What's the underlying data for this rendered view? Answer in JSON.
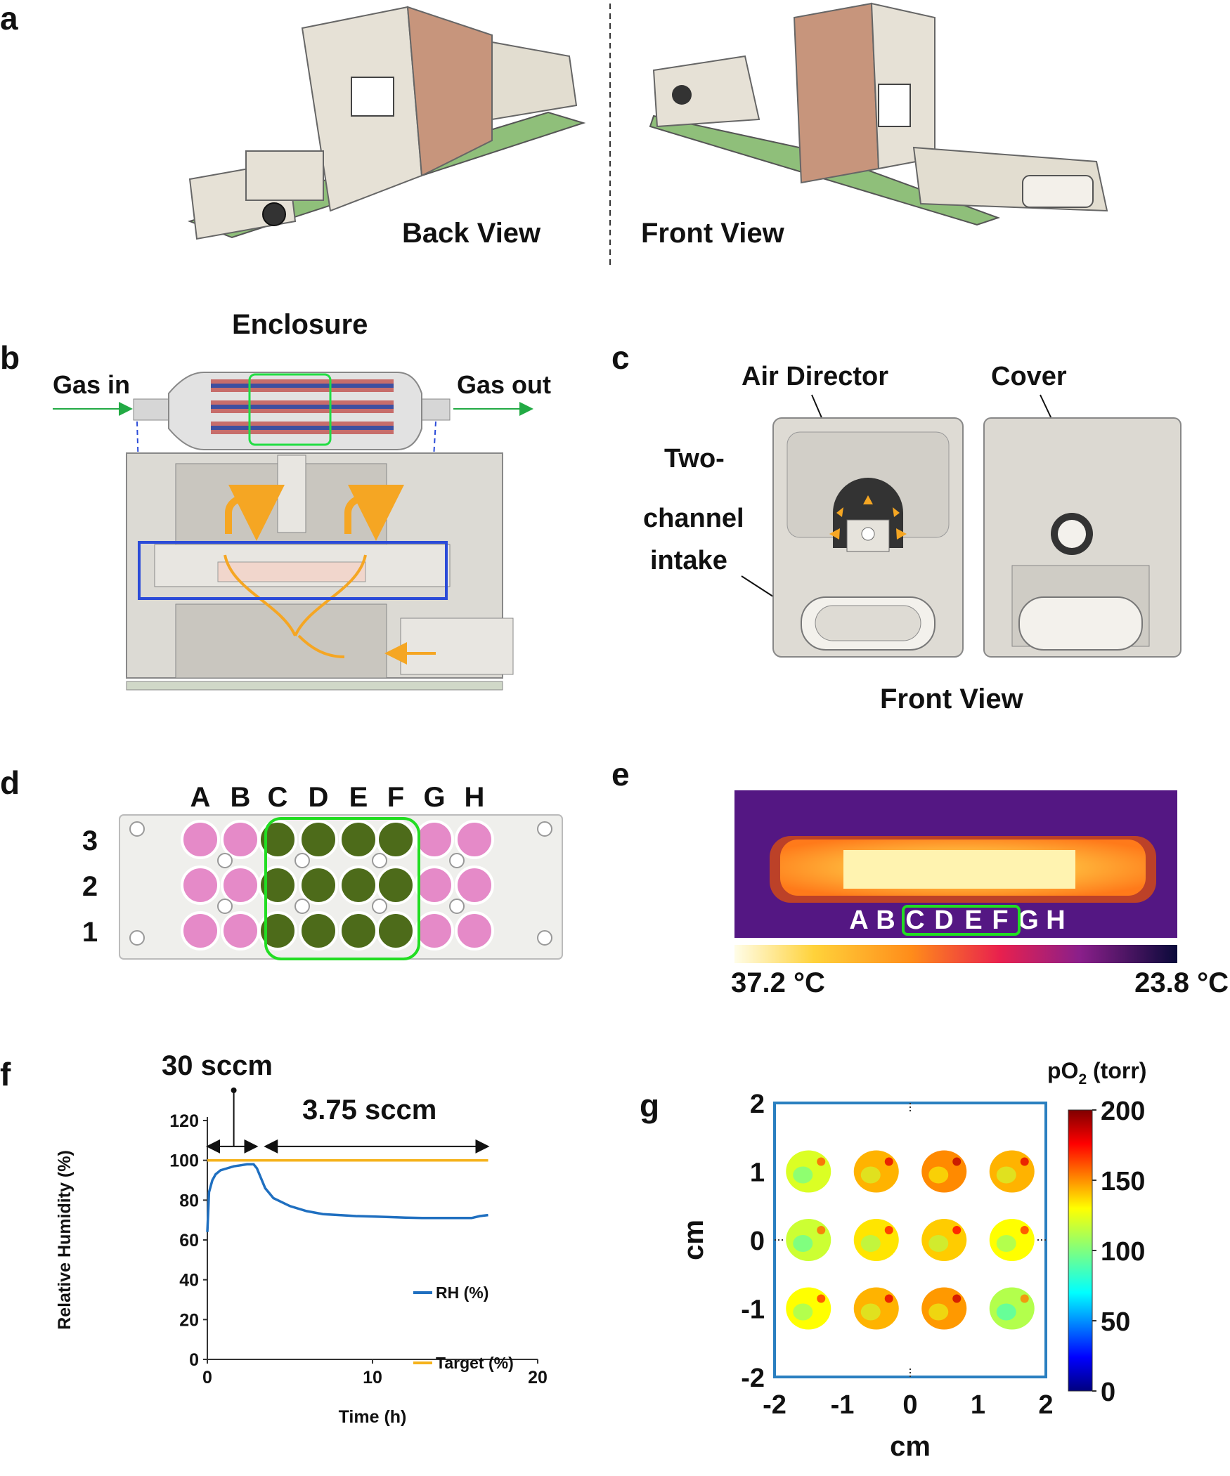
{
  "panels": {
    "a": {
      "letter": "a",
      "back_view": "Back View",
      "front_view": "Front View"
    },
    "b": {
      "letter": "b",
      "title": "Enclosure",
      "gas_in": "Gas in",
      "gas_out": "Gas out"
    },
    "c": {
      "letter": "c",
      "air_director": "Air Director",
      "cover": "Cover",
      "intake_line1": "Two-",
      "intake_line2": "channel",
      "intake_line3": "intake",
      "front_view": "Front View"
    },
    "d": {
      "letter": "d",
      "columns": [
        "A",
        "B",
        "C",
        "D",
        "E",
        "F",
        "G",
        "H"
      ],
      "rows": [
        "3",
        "2",
        "1"
      ],
      "well_colors": {
        "pink": "#e58ac8",
        "green": "#4d6b1a"
      }
    },
    "e": {
      "letter": "e",
      "labels": [
        "A",
        "B",
        "C",
        "D",
        "E",
        "F",
        "G",
        "H"
      ],
      "scale_max": "37.2 °C",
      "scale_min": "23.8 °C"
    },
    "f": {
      "letter": "f",
      "annot_high": "30 sccm",
      "annot_low": "3.75 sccm"
    },
    "g": {
      "letter": "g",
      "colorbar_title": "pO",
      "colorbar_sub": "2",
      "colorbar_unit": " (torr)",
      "colorbar_ticks": [
        "200",
        "150",
        "100",
        "50",
        "0"
      ]
    }
  },
  "chart_data": [
    {
      "type": "line",
      "ylabel": "Relative Humidity (%)",
      "xlabel": "Time (h)",
      "xlim": [
        0,
        20
      ],
      "ylim": [
        0,
        120
      ],
      "xticks": [
        "0",
        "10",
        "20"
      ],
      "yticks": [
        "0",
        "20",
        "40",
        "60",
        "80",
        "100",
        "120"
      ],
      "legend_placement": "right",
      "series": [
        {
          "name": "RH (%)",
          "color": "#1f6fc0",
          "x": [
            0,
            0.1,
            0.3,
            0.5,
            0.8,
            1.2,
            1.6,
            2.0,
            2.4,
            2.8,
            3.0,
            3.5,
            4.0,
            5.0,
            6.0,
            7.0,
            8.0,
            9.0,
            10.0,
            11.0,
            12.0,
            13.0,
            14.0,
            15.0,
            16.0,
            16.5,
            17.0
          ],
          "y": [
            64,
            84,
            90,
            93,
            95,
            96,
            97,
            97.5,
            98,
            98,
            96,
            86,
            81,
            77,
            74.5,
            73,
            72.5,
            72,
            71.8,
            71.5,
            71.2,
            71,
            71,
            71,
            71,
            72,
            72.5
          ]
        },
        {
          "name": "Target (%)",
          "color": "#f5b21b",
          "x": [
            0,
            17
          ],
          "y": [
            100,
            100
          ]
        }
      ],
      "annotations": [
        {
          "text": "30 sccm",
          "x_range": [
            0,
            3
          ]
        },
        {
          "text": "3.75 sccm",
          "x_range": [
            3.5,
            17
          ]
        }
      ]
    },
    {
      "type": "heatmap",
      "xlabel": "cm",
      "ylabel": "cm",
      "xlim": [
        -2,
        2
      ],
      "ylim": [
        -2,
        2
      ],
      "xticks": [
        "-2",
        "-1",
        "0",
        "1",
        "2"
      ],
      "yticks": [
        "2",
        "1",
        "0",
        "-1",
        "-2"
      ],
      "colorbar_range": [
        0,
        200
      ],
      "wells": [
        {
          "x": -1.5,
          "y": 1,
          "pO2": 118
        },
        {
          "x": -0.5,
          "y": 1,
          "pO2": 140
        },
        {
          "x": 0.5,
          "y": 1,
          "pO2": 148
        },
        {
          "x": 1.5,
          "y": 1,
          "pO2": 140
        },
        {
          "x": -1.5,
          "y": 0,
          "pO2": 115
        },
        {
          "x": -0.5,
          "y": 0,
          "pO2": 130
        },
        {
          "x": 0.5,
          "y": 0,
          "pO2": 135
        },
        {
          "x": 1.5,
          "y": 0,
          "pO2": 125
        },
        {
          "x": -1.5,
          "y": -1,
          "pO2": 125
        },
        {
          "x": -0.5,
          "y": -1,
          "pO2": 140
        },
        {
          "x": 0.5,
          "y": -1,
          "pO2": 145
        },
        {
          "x": 1.5,
          "y": -1,
          "pO2": 110
        }
      ]
    }
  ]
}
